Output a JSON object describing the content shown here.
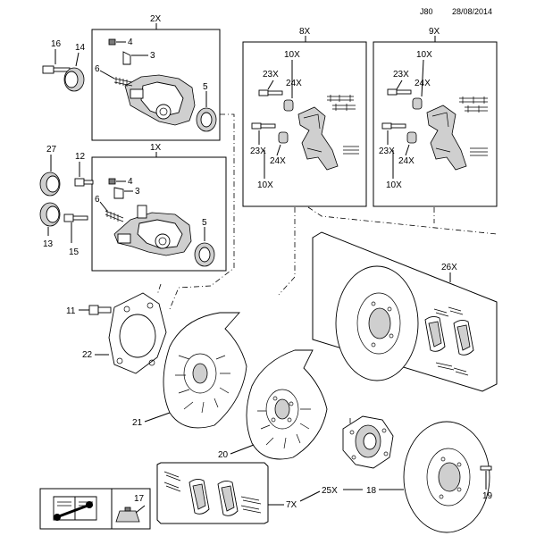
{
  "header": {
    "code": "J80",
    "date": "28/08/2014"
  },
  "groups": {
    "g2x": "2X",
    "g1x": "1X",
    "g8x": "8X",
    "g9x": "9X",
    "g26x": "26X",
    "g7x": "7X",
    "g25x": "25X"
  },
  "labels": {
    "p16": "16",
    "p14": "14",
    "p4a": "4",
    "p3a": "3",
    "p6a": "6",
    "p5a": "5",
    "p27": "27",
    "p12": "12",
    "p4b": "4",
    "p3b": "3",
    "p6b": "6",
    "p5b": "5",
    "p13": "13",
    "p15": "15",
    "p10a": "10X",
    "p23a": "23X",
    "p24a": "24X",
    "p23b": "23X",
    "p24b": "24X",
    "p10b": "10X",
    "p10c": "10X",
    "p23c": "23X",
    "p24c": "24X",
    "p23d": "23X",
    "p24d": "24X",
    "p10d": "10X",
    "p11": "11",
    "p22": "22",
    "p21": "21",
    "p20": "20",
    "p18": "18",
    "p19": "19",
    "p17": "17"
  },
  "icons": [
    "wrench-icon",
    "book-icon",
    "oil-can-icon"
  ]
}
